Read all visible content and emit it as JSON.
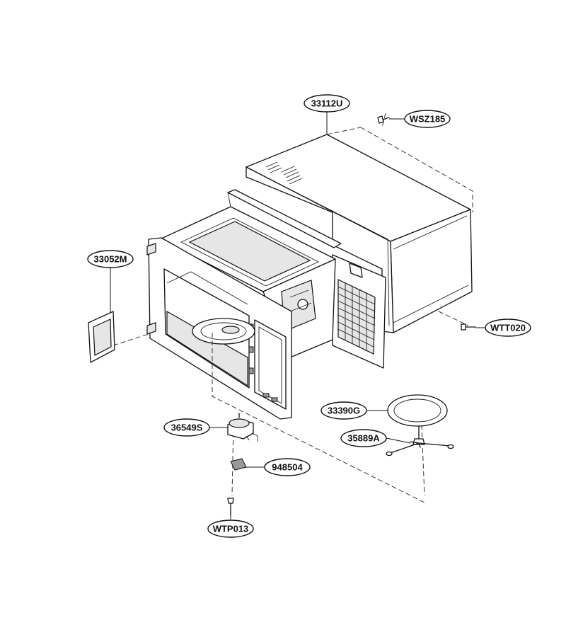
{
  "callouts": {
    "cabinet": "33112U",
    "screw_top": "WSZ185",
    "screw_side": "WTT020",
    "back_plate": "33052M",
    "tray": "33390G",
    "roller_guide": "35889A",
    "motor": "36549S",
    "coupler": "948504",
    "screw_bottom": "WTP013"
  }
}
